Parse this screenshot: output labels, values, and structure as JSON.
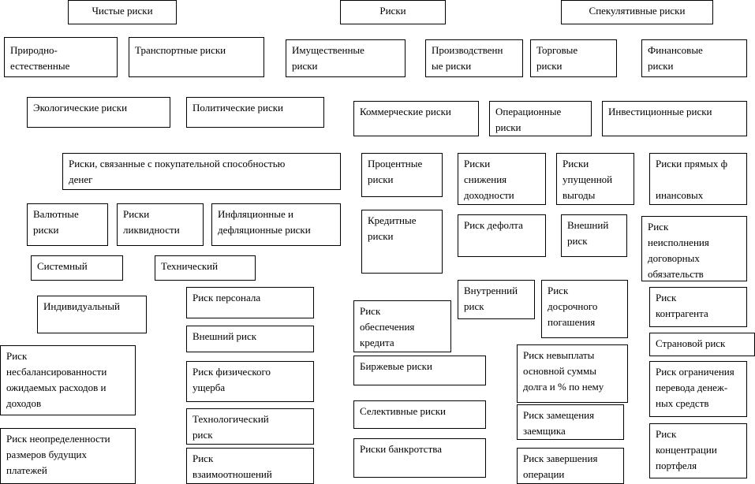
{
  "boxes": {
    "b01": "Чистые риски",
    "b02": "Риски",
    "b03": "Спекулятивные риски",
    "b04": "Природно-\nестественные",
    "b05": "Транспортные риски",
    "b06": "Имущественные\nриски",
    "b07": "Производственн\nые риски",
    "b08": "Торговые\nриски",
    "b09": "Финансовые\nриски",
    "b10": "Экологические риски",
    "b11": "Политические риски",
    "b12": "Коммерческие риски",
    "b13": "Операционные\nриски",
    "b14": "Инвестиционные риски",
    "b15": "Риски, связанные с покупательной способностью\nденег",
    "b16": "Процентные\nриски",
    "b17": "Риски\nснижения\nдоходности",
    "b18": "Риски\nупущенной\nвыгоды",
    "b19": "Риски прямых ф\n\nинансовых",
    "b20": "Валютные\nриски",
    "b21": "Риски\nликвидности",
    "b22": "Инфляционные  и\nдефляционные  риски",
    "b23": "Кредитные\nриски",
    "b24": "Риск дефолта",
    "b25": "Внешний\nриск",
    "b26": "Риск\nнеисполнения\nдоговорных\nобязательств",
    "b27": "Системный",
    "b28": "Технический",
    "b29": "Индивидуальный",
    "b30": "Риск персонала",
    "b31": "Внутренний\nриск",
    "b32": "Риск\nдосрочного\nпогашения",
    "b33": "Риск\nобеспечения\nкредита",
    "b34": "Риск\nконтрагента",
    "b35": "Внешний риск",
    "b36": "Страновой риск",
    "b37": "Риск\nнесбалансированности\nожидаемых расходов и\nдоходов",
    "b38": "Риск невыплаты\nосновной  суммы\nдолга и % по нему",
    "b39": "Риск физического\nущерба",
    "b40": "Биржевые риски",
    "b41": "Риск ограничения\nперевода денеж-\nных средств",
    "b42": "Технологический\nриск",
    "b43": "Риск замещения\nзаемщика",
    "b44": "Селективные риски",
    "b45": "Риск неопределенности\nразмеров будущих\nплатежей",
    "b46": "Риск\nконцентрации\nпортфеля",
    "b47": "Риск\nвзаимоотношений",
    "b48": "Риски банкротства",
    "b49": "Риск завершения\nоперации"
  }
}
